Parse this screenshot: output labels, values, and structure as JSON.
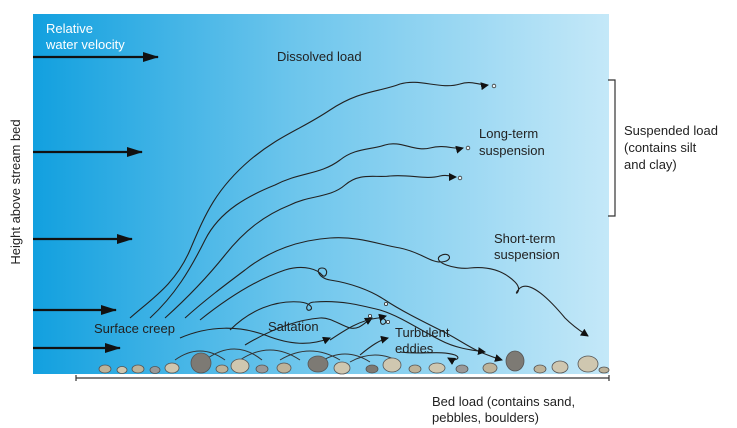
{
  "y_axis_label": "Height above stream bed",
  "velocity_label": [
    "Relative",
    "water velocity"
  ],
  "dissolved_load": "Dissolved load",
  "long_term": [
    "Long-term",
    "suspension"
  ],
  "short_term": [
    "Short-term",
    "suspension"
  ],
  "suspended_load": [
    "Suspended load",
    "(contains silt",
    "and clay)"
  ],
  "surface_creep": "Surface creep",
  "saltation": "Saltation",
  "turbulent_eddies": [
    "Turbulent",
    "eddies"
  ],
  "bed_load": [
    "Bed load (contains sand,",
    "pebbles, boulders)"
  ],
  "colors": {
    "water_deep": "#1aa3e0",
    "water_light": "#bfe6f8",
    "arrow": "#111111",
    "rock": "#bdb39a",
    "rock_dark": "#7d7a74"
  }
}
